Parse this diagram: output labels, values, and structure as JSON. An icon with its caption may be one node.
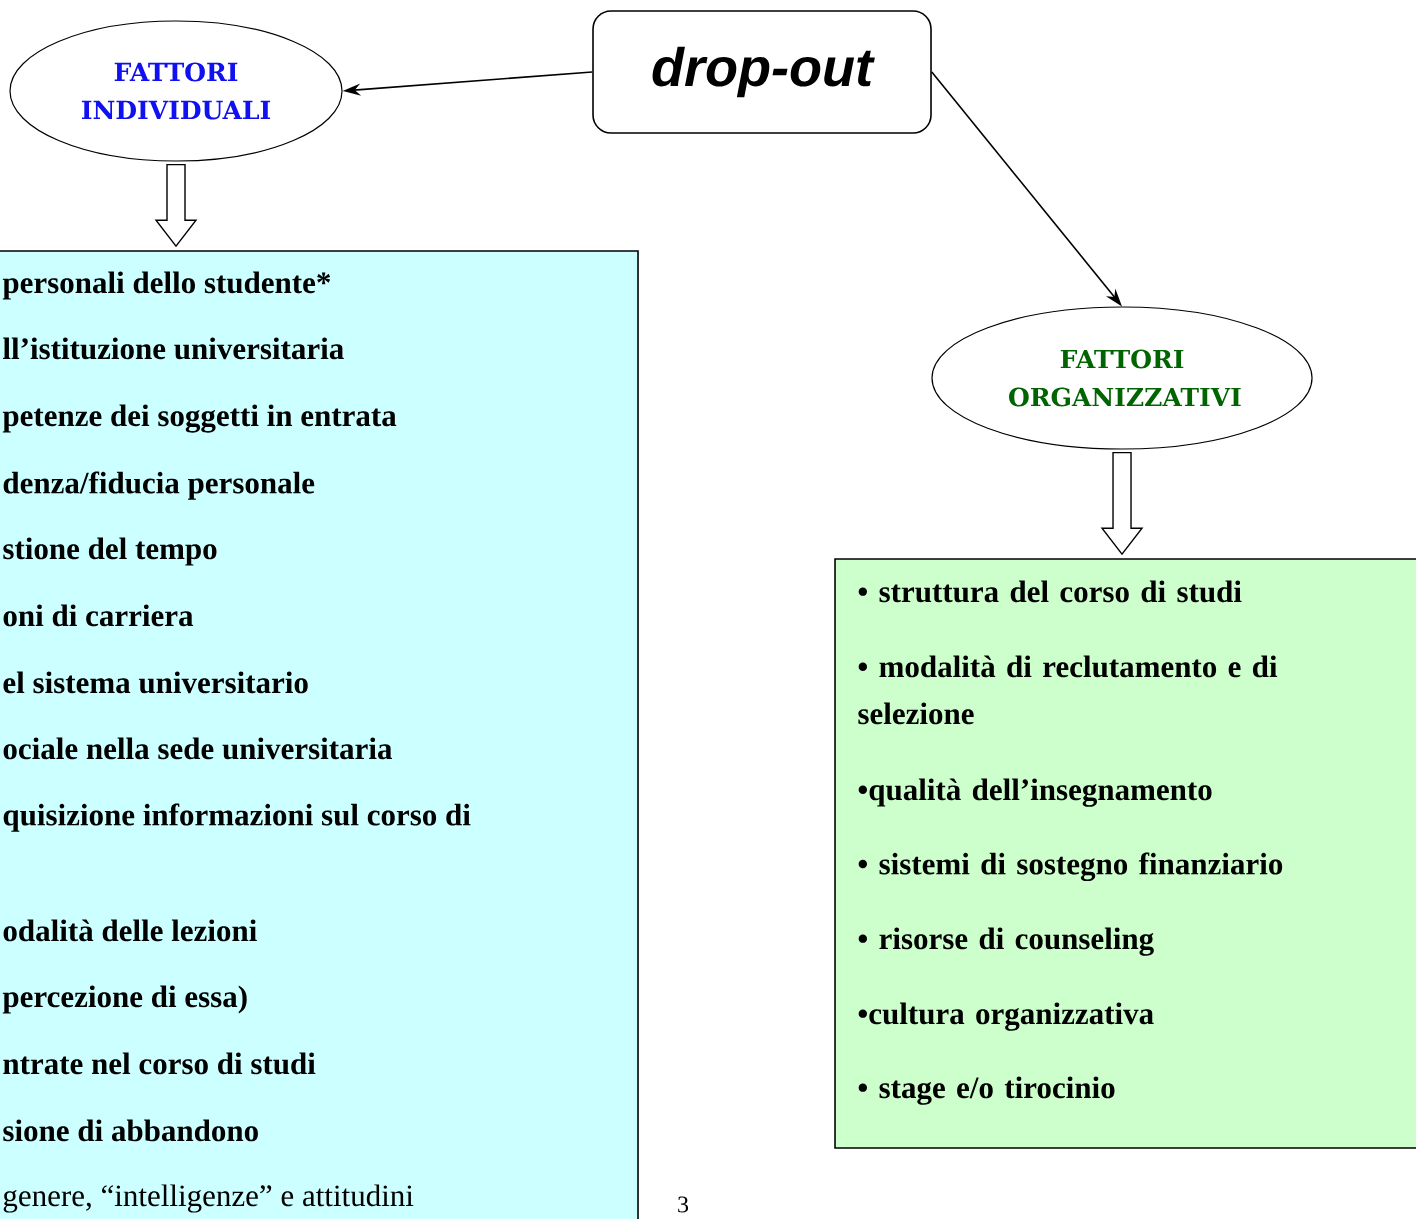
{
  "diagram": {
    "nodes": [
      {
        "text": [
          "drop-out"
        ]
      },
      {
        "text": [
          "FATTORI INDIVIDUALI"
        ]
      },
      {
        "text": [
          "personali dello studente*",
          "ll’istituzione universitaria",
          "petenze dei soggetti in entrata",
          "denza/fiducia personale",
          "stione del tempo",
          "oni di carriera",
          "el sistema universitario",
          "ociale nella sede universitaria",
          "quisizione informazioni sul corso di",
          "odalità delle lezioni",
          "percezione di essa)",
          "ntrate nel corso di studi",
          "sione di abbandono",
          "genere, “intelligenze” e attitudini"
        ]
      },
      {
        "text": [
          "FATTORI ORGANIZZATIVI"
        ]
      },
      {
        "text": [
          "• struttura del corso di studi",
          "•  modalità di reclutamento e di selezione",
          "•qualità dell’insegnamento",
          "• sistemi di sostegno finanziario",
          "• risorse di counseling",
          "•cultura organizzativa",
          "• stage e/o tirocinio"
        ]
      }
    ],
    "edges": [
      {
        "from": 0,
        "to": 1,
        "arrow": "to"
      },
      {
        "from": 1,
        "to": 2,
        "arrow": "to"
      },
      {
        "from": 0,
        "to": 3,
        "arrow": "to"
      },
      {
        "from": 3,
        "to": 4,
        "arrow": "to"
      }
    ],
    "labels": [
      "3"
    ]
  }
}
